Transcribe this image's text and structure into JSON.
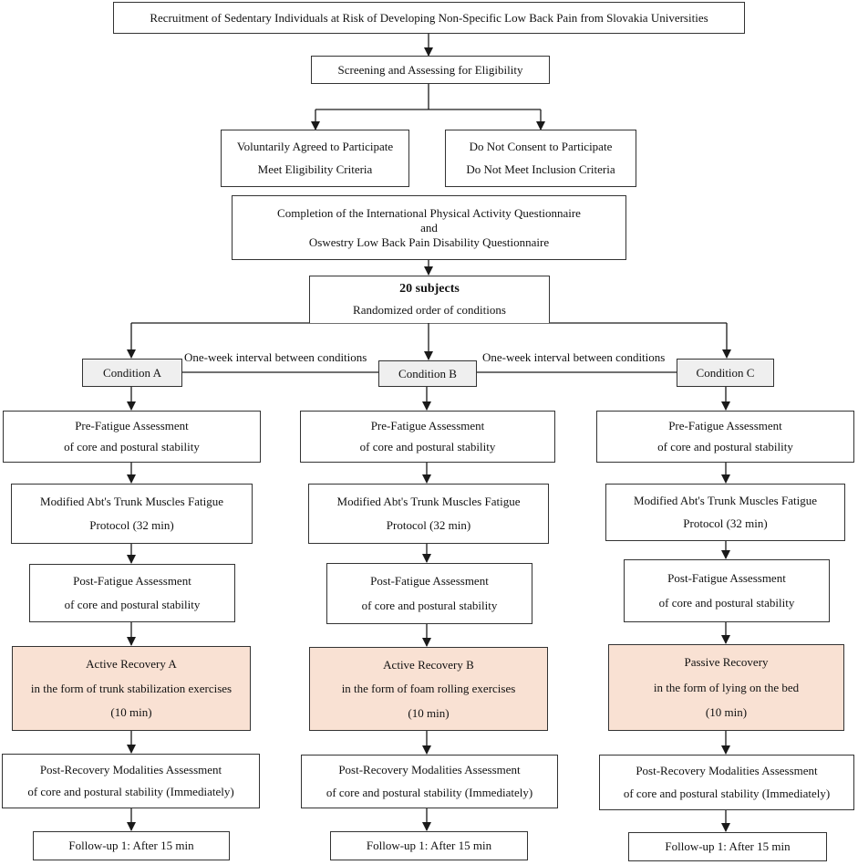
{
  "recruitment": "Recruitment of Sedentary Individuals at Risk of Developing Non-Specific Low Back Pain from Slovakia Universities",
  "screening": "Screening and Assessing for Eligibility",
  "eligible": {
    "line1": "Voluntarily Agreed to Participate",
    "line2": "Meet Eligibility Criteria"
  },
  "excluded": {
    "line1": "Do Not Consent to Participate",
    "line2": "Do Not Meet Inclusion Criteria"
  },
  "questionnaires": {
    "line1": "Completion of the International Physical Activity Questionnaire",
    "line2": "and",
    "line3": "Oswestry Low Back Pain Disability Questionnaire"
  },
  "subjects": {
    "count": "20 subjects",
    "note": "Randomized order of conditions"
  },
  "interval_note": "One-week interval between conditions",
  "columns": [
    {
      "condition": "Condition A",
      "pre": {
        "line1": "Pre-Fatigue Assessment",
        "line2": "of core and postural stability"
      },
      "fatigue": {
        "line1": "Modified Abt's Trunk Muscles Fatigue",
        "line2": "Protocol (32 min)"
      },
      "post": {
        "line1": "Post-Fatigue Assessment",
        "line2": "of core and postural stability"
      },
      "recovery": {
        "line1": "Active Recovery A",
        "line2": "in the form of trunk stabilization exercises",
        "line3": "(10 min)"
      },
      "post_recovery": {
        "line1": "Post-Recovery Modalities Assessment",
        "line2": "of core and postural stability (Immediately)"
      },
      "follow_up": "Follow-up 1: After 15 min"
    },
    {
      "condition": "Condition B",
      "pre": {
        "line1": "Pre-Fatigue Assessment",
        "line2": "of core and postural stability"
      },
      "fatigue": {
        "line1": "Modified Abt's Trunk Muscles Fatigue",
        "line2": "Protocol (32 min)"
      },
      "post": {
        "line1": "Post-Fatigue Assessment",
        "line2": "of core and postural stability"
      },
      "recovery": {
        "line1": "Active Recovery B",
        "line2": "in the form of foam rolling exercises",
        "line3": "(10 min)"
      },
      "post_recovery": {
        "line1": "Post-Recovery Modalities Assessment",
        "line2": "of core and postural stability (Immediately)"
      },
      "follow_up": "Follow-up 1: After 15 min"
    },
    {
      "condition": "Condition C",
      "pre": {
        "line1": "Pre-Fatigue Assessment",
        "line2": "of core and postural stability"
      },
      "fatigue": {
        "line1": "Modified Abt's Trunk Muscles Fatigue",
        "line2": "Protocol (32 min)"
      },
      "post": {
        "line1": "Post-Fatigue Assessment",
        "line2": "of core and postural stability"
      },
      "recovery": {
        "line1": "Passive Recovery",
        "line2": "in the form of lying on the bed",
        "line3": "(10 min)"
      },
      "post_recovery": {
        "line1": "Post-Recovery Modalities Assessment",
        "line2": "of core and postural stability (Immediately)"
      },
      "follow_up": "Follow-up 1: After 15 min"
    }
  ],
  "colors": {
    "line": "#1a1a1a",
    "condition_fill": "#efefef",
    "recovery_fill": "#f9e1d3"
  }
}
